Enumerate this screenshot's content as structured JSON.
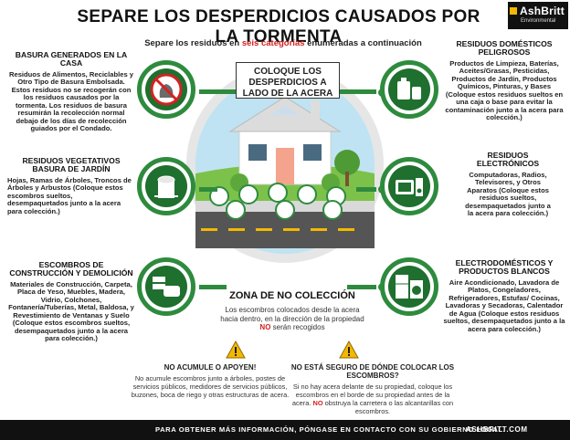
{
  "title": "SEPARE LOS DESPERDICIOS CAUSADOS POR LA TORMENTA",
  "subtitle_pre": "Separe los residuos en ",
  "subtitle_red": "seis categorías",
  "subtitle_post": " enumeradas a continuación",
  "logo": {
    "name": "AshBritt",
    "tag": "Environmental"
  },
  "center_label": "COLOQUE LOS DESPERDICIOS A LADO DE LA ACERA",
  "categories": {
    "household": {
      "title": "BASURA GENERADOS EN LA CASA",
      "body": "Residuos de Alimentos, Reciclables y Otro Tipo de Basura Embolsada. Estos residuos no se recogerán con los residuos causados por la tormenta. Los residuos de basura resumirán la recolección normal debajo de los días de recolección guiados por el Condado.",
      "icon": "no-trash-bag-icon"
    },
    "vegetative": {
      "title": "RESIDUOS VEGETATIVOS BASURA DE JARDÍN",
      "body": "Hojas, Ramas de Árboles, Troncos de Árboles y Arbustos (Coloque estos escombros sueltos, desempaquetados junto a la acera para colección.)",
      "icon": "tree-stump-icon"
    },
    "construction": {
      "title": "ESCOMBROS DE CONSTRUCCIÓN Y DEMOLICIÓN",
      "body": "Materiales de Construcción, Carpeta, Placa de Yeso, Muebles, Madera, Vidrio, Colchones, Fontanería/Tuberías, Metal, Baldosa, y Revestimiento de Ventanas y Suelo (Coloque estos escombros sueltos, desempaquetados junto a la acera para colección.)",
      "icon": "bricks-sofa-icon"
    },
    "hazardous": {
      "title": "RESIDUOS DOMÉSTICOS PELIGROSOS",
      "body": "Productos de Limpieza, Baterías, Aceites/Grasas, Pesticidas, Productos de Jardín, Productos Químicos, Pinturas, y Bases (Coloque estos residuos sueltos en una caja o base para evitar la contaminación junto a la acera para colección.)",
      "icon": "chemical-cans-icon"
    },
    "electronics": {
      "title": "RESIDUOS ELECTRÓNICOS",
      "body": "Computadoras, Radios, Televisores, y Otros Aparatos (Coloque estos residuos sueltos, desempaquetados junto a la acera para colección.)",
      "icon": "tv-speaker-icon"
    },
    "appliances": {
      "title": "ELECTRODOMÉSTICOS Y PRODUCTOS BLANCOS",
      "body": "Aire Acondicionado, Lavadora de Platos, Congeladores, Refrigeradores, Estufas/ Cocinas, Lavadoras y Secadoras, Calentador de Agua (Coloque estos residuos sueltos, desempaquetados junto a la acera para colección.)",
      "icon": "fridge-washer-icon"
    }
  },
  "zone": {
    "title": "ZONA DE NO COLECCIÓN",
    "body_pre": "Los escombros colocados desde la acera hacia dentro, en la dirección de la propiedad ",
    "body_red": "NO",
    "body_post": " serán recogidos"
  },
  "warning_left": {
    "title": "NO ACUMULE O APOYEN!",
    "body": "No acumule escombros junto a árboles, postes de servicios públicos, medidores de servicios públicos, buzones, boca de riego y otras estructuras de acera."
  },
  "warning_right": {
    "title": "NO ESTÁ SEGURO DE DÓNDE COLOCAR LOS ESCOMBROS?",
    "body_pre": "Si no hay acera delante de su propiedad, coloque los escombros en el borde de su propiedad antes de la acera. ",
    "body_red": "NO",
    "body_post": " obstruya la carretera o las alcantarillas con escombros."
  },
  "footer": {
    "text": "PARA OBTENER MÁS INFORMACIÓN, PÓNGASE EN CONTACTO CON SU GOBIERNO LOCAL.",
    "site": "ASHBRITT.COM"
  },
  "colors": {
    "green": "#2e8b3e",
    "dark_green": "#1f6f2f",
    "accent_red": "#d32222",
    "yellow": "#f5b800",
    "sky": "#bfe3f2"
  }
}
